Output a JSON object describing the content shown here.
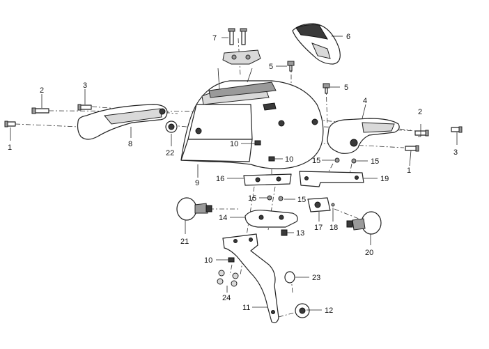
{
  "callouts": {
    "c1a": "1",
    "c1b": "1",
    "c2a": "2",
    "c2b": "2",
    "c3a": "3",
    "c3b": "3",
    "c4": "4",
    "c5a": "5",
    "c5b": "5",
    "c6": "6",
    "c7": "7",
    "c8": "8",
    "c9": "9",
    "c10a": "10",
    "c10b": "10",
    "c10c": "10",
    "c11": "11",
    "c12": "12",
    "c13": "13",
    "c14": "14",
    "c15a": "15",
    "c15b": "15",
    "c15c": "15",
    "c15d": "15",
    "c16": "16",
    "c17": "17",
    "c18": "18",
    "c19": "19",
    "c20": "20",
    "c21": "21",
    "c22": "22",
    "c23": "23",
    "c24": "24"
  }
}
